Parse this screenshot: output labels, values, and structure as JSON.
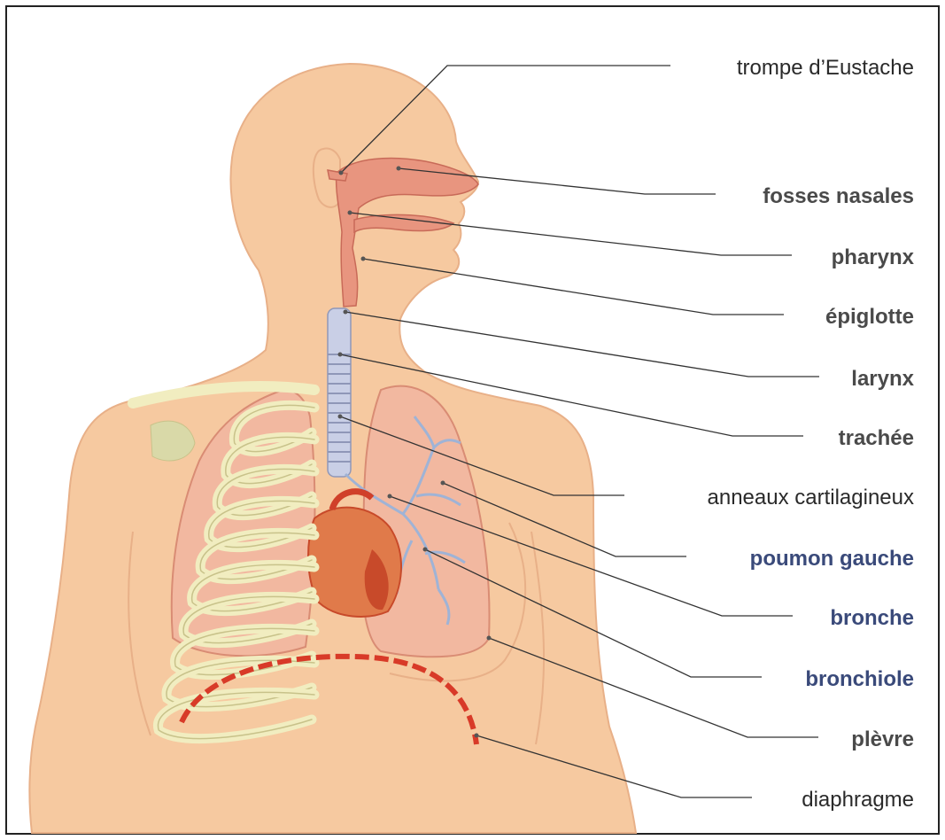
{
  "labels": [
    {
      "text": "trompe d’Eustache",
      "emphasis": "plain",
      "color": "#2a2a2a"
    },
    {
      "text": "fosses nasales",
      "emphasis": "bold",
      "color": "#4a4a4a"
    },
    {
      "text": "pharynx",
      "emphasis": "bold",
      "color": "#4a4a4a"
    },
    {
      "text": "épiglotte",
      "emphasis": "bold",
      "color": "#4a4a4a"
    },
    {
      "text": "larynx",
      "emphasis": "bold",
      "color": "#4a4a4a"
    },
    {
      "text": "trachée",
      "emphasis": "bold",
      "color": "#4a4a4a"
    },
    {
      "text": "anneaux cartilagineux",
      "emphasis": "plain",
      "color": "#2a2a2a"
    },
    {
      "text": "poumon gauche",
      "emphasis": "bold",
      "color": "#3a4a7a"
    },
    {
      "text": "bronche",
      "emphasis": "bold",
      "color": "#3a4a7a"
    },
    {
      "text": "bronchiole",
      "emphasis": "bold",
      "color": "#3a4a7a"
    },
    {
      "text": "plèvre",
      "emphasis": "bold",
      "color": "#4a4a4a"
    },
    {
      "text": "diaphragme",
      "emphasis": "plain",
      "color": "#2a2a2a"
    }
  ],
  "colors": {
    "skin": "#f6c9a0",
    "skin_dark": "#e8b088",
    "airway": "#e8957f",
    "trachea": "#c9cfe6",
    "lung": "#f2b8a0",
    "lung_edge": "#d98c74",
    "bronchiole": "#9fb3d6",
    "heart": "#e07a4a",
    "heart_dark": "#c84a2a",
    "rib": "#f1edc0",
    "rib_edge": "#c8c28a",
    "diaphragm": "#d83a28",
    "leader_line": "#333333"
  }
}
